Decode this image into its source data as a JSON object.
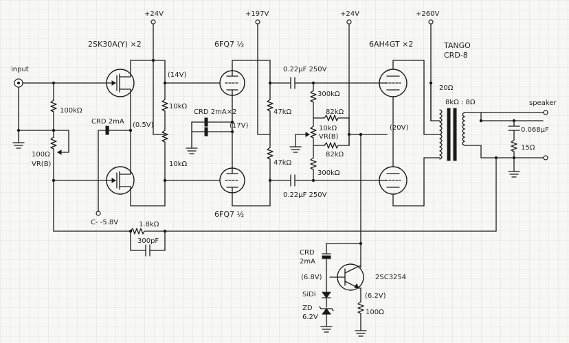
{
  "supplies": {
    "v1": "+24V",
    "v2": "+197V",
    "v3": "+24V",
    "v4": "+260V"
  },
  "input_label": "input",
  "output_label": "speaker",
  "stage1": {
    "name": "2SK30A(Y) ×2",
    "r_in": "100kΩ",
    "vr": "100Ω",
    "vr_type": "VR(B)",
    "crd": "CRD 2mA",
    "v_src": "(0.5V)",
    "v_drain": "(14V)",
    "rd_top": "10kΩ",
    "rd_bot": "10kΩ",
    "bias": "C- -5.8V"
  },
  "stage2": {
    "name_top": "6FQ7 ½",
    "name_bot": "6FQ7 ½",
    "crd": "CRD 2mA×2",
    "v_cath": "(17V)",
    "r_top": "47kΩ",
    "r_bot": "47kΩ"
  },
  "coupling": {
    "c_top": "0.22µF 250V",
    "c_bot": "0.22µF 250V",
    "r_top": "300kΩ",
    "r_bot": "300kΩ",
    "r82_top": "82kΩ",
    "r82_bot": "82kΩ",
    "vr": "10kΩ",
    "vr_type": "VR(B)",
    "v_grid": "(20V)"
  },
  "stage3": {
    "name": "6AH4GT ×2",
    "r_screen": "20Ω",
    "xfmr_brand": "TANGO",
    "xfmr_model": "CRD-8",
    "xfmr_ratio": "8kΩ : 8Ω"
  },
  "output_net": {
    "cap": "0.068µF",
    "res": "15Ω"
  },
  "feedback": {
    "res": "1.8kΩ",
    "cap": "300pF"
  },
  "regulator": {
    "crd": "CRD",
    "crd_val": "2mA",
    "v_base": "(6.8V)",
    "sidi": "SiDi",
    "zd": "ZD",
    "zd_val": "6.2V",
    "transistor": "2SC3254",
    "v_emit": "(6.2V)",
    "re": "100Ω"
  },
  "colors": {
    "ink": "#1a1a1a",
    "paper": "#f7f7f3",
    "grid": "#c9d3dc"
  }
}
